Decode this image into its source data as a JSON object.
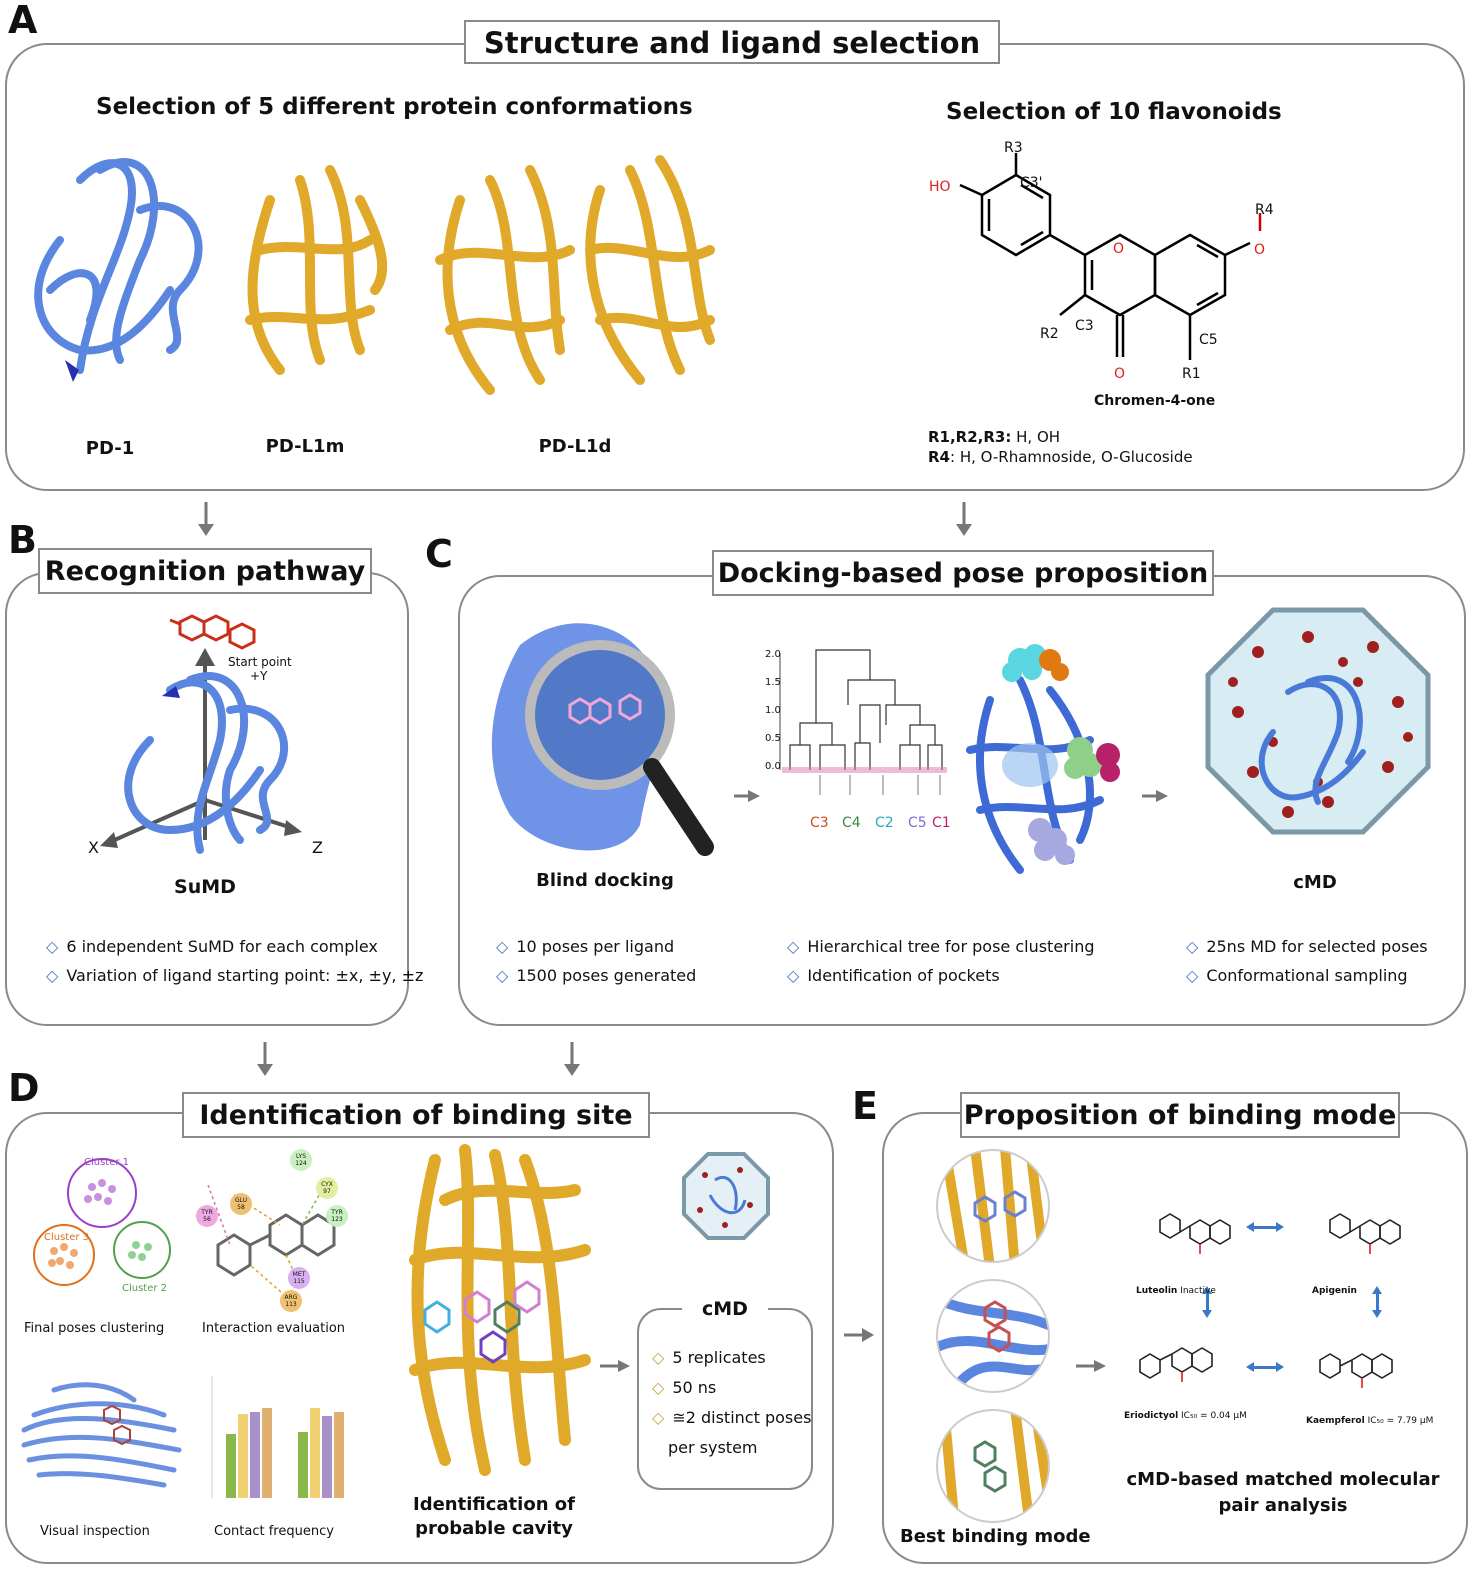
{
  "panel_a": {
    "letter": "A",
    "title": "Structure and ligand selection",
    "subtitle_left": "Selection of 5 different protein conformations",
    "subtitle_right": "Selection of 10 flavonoids",
    "protein_labels": [
      "PD-1",
      "PD-L1m",
      "PD-L1d"
    ],
    "molecule": {
      "name": "Chromen-4-one",
      "atoms": {
        "ho": "HO",
        "r3": "R3",
        "c3p": "C3'",
        "r4": "R4",
        "o_ring": "O",
        "o_ether": "O",
        "r2": "R2",
        "c3": "C3",
        "c5": "C5",
        "o_keto": "O",
        "r1": "R1"
      }
    },
    "legend_1_key": "R1,R2,R3:",
    "legend_1_val": " H, OH",
    "legend_2_key": "R4",
    "legend_2_val": ": H, O-Rhamnoside, O-Glucoside"
  },
  "panel_b": {
    "letter": "B",
    "title": "Recognition pathway",
    "start_point": "Start point",
    "start_axis": "+Y",
    "axis_x": "X",
    "axis_z": "Z",
    "method": "SuMD",
    "bullets": [
      "6 independent SuMD for each complex",
      "Variation of ligand starting point: ±x, ±y, ±z"
    ]
  },
  "panel_c": {
    "letter": "C",
    "title": "Docking-based pose proposition",
    "blind_docking": "Blind docking",
    "cmd": "cMD",
    "cluster_labels": [
      "C3",
      "C4",
      "C2",
      "C5",
      "C1"
    ],
    "y_ticks": [
      "2.0",
      "1.5",
      "1.0",
      "0.5",
      "0.0"
    ],
    "bullets_1": [
      "10 poses per ligand",
      "1500 poses generated"
    ],
    "bullets_2": [
      "Hierarchical tree for pose clustering",
      "Identification of pockets"
    ],
    "bullets_3": [
      "25ns MD for selected poses",
      "Conformational sampling"
    ]
  },
  "panel_d": {
    "letter": "D",
    "title": "Identification of binding site",
    "clusters": [
      "Cluster 1",
      "Cluster 2",
      "Cluster 3"
    ],
    "residues": [
      "LYS\n124",
      "CYX\n97",
      "TYR\n123",
      "GLU\n58",
      "TYR\n56",
      "MET\n115",
      "ARG\n113"
    ],
    "label_clustering": "Final poses clustering",
    "label_interaction": "Interaction evaluation",
    "label_visual": "Visual inspection",
    "label_contact": "Contact frequency",
    "label_cavity_1": "Identification of",
    "label_cavity_2": "probable cavity",
    "cmd_title": "cMD",
    "cmd_bullets": [
      "5 replicates",
      "50 ns",
      "≅2 distinct poses",
      "per system"
    ]
  },
  "panel_e": {
    "letter": "E",
    "title": "Proposition of binding mode",
    "best_mode": "Best binding mode",
    "analysis_1": "cMD-based matched molecular",
    "analysis_2": "pair analysis",
    "mol_luteolin": "Luteolin",
    "mol_luteolin_note": "Inactive",
    "mol_apigenin": "Apigenin",
    "mol_eriodictyol": "Eriodictyol",
    "mol_eriodictyol_ic": "IC₅₀ = 0.04 μM",
    "mol_kaempferol": "Kaempferol",
    "mol_kaempferol_ic": "IC₅₀ = 7.79 μM"
  },
  "colors": {
    "protein_blue": "#5b86e0",
    "protein_gold": "#e0a92a",
    "bullet_blue": "#4a78c8",
    "bullet_gold": "#c9a24a",
    "oxygen_red": "#e0201a",
    "frame_grey": "#8a8a8a"
  }
}
